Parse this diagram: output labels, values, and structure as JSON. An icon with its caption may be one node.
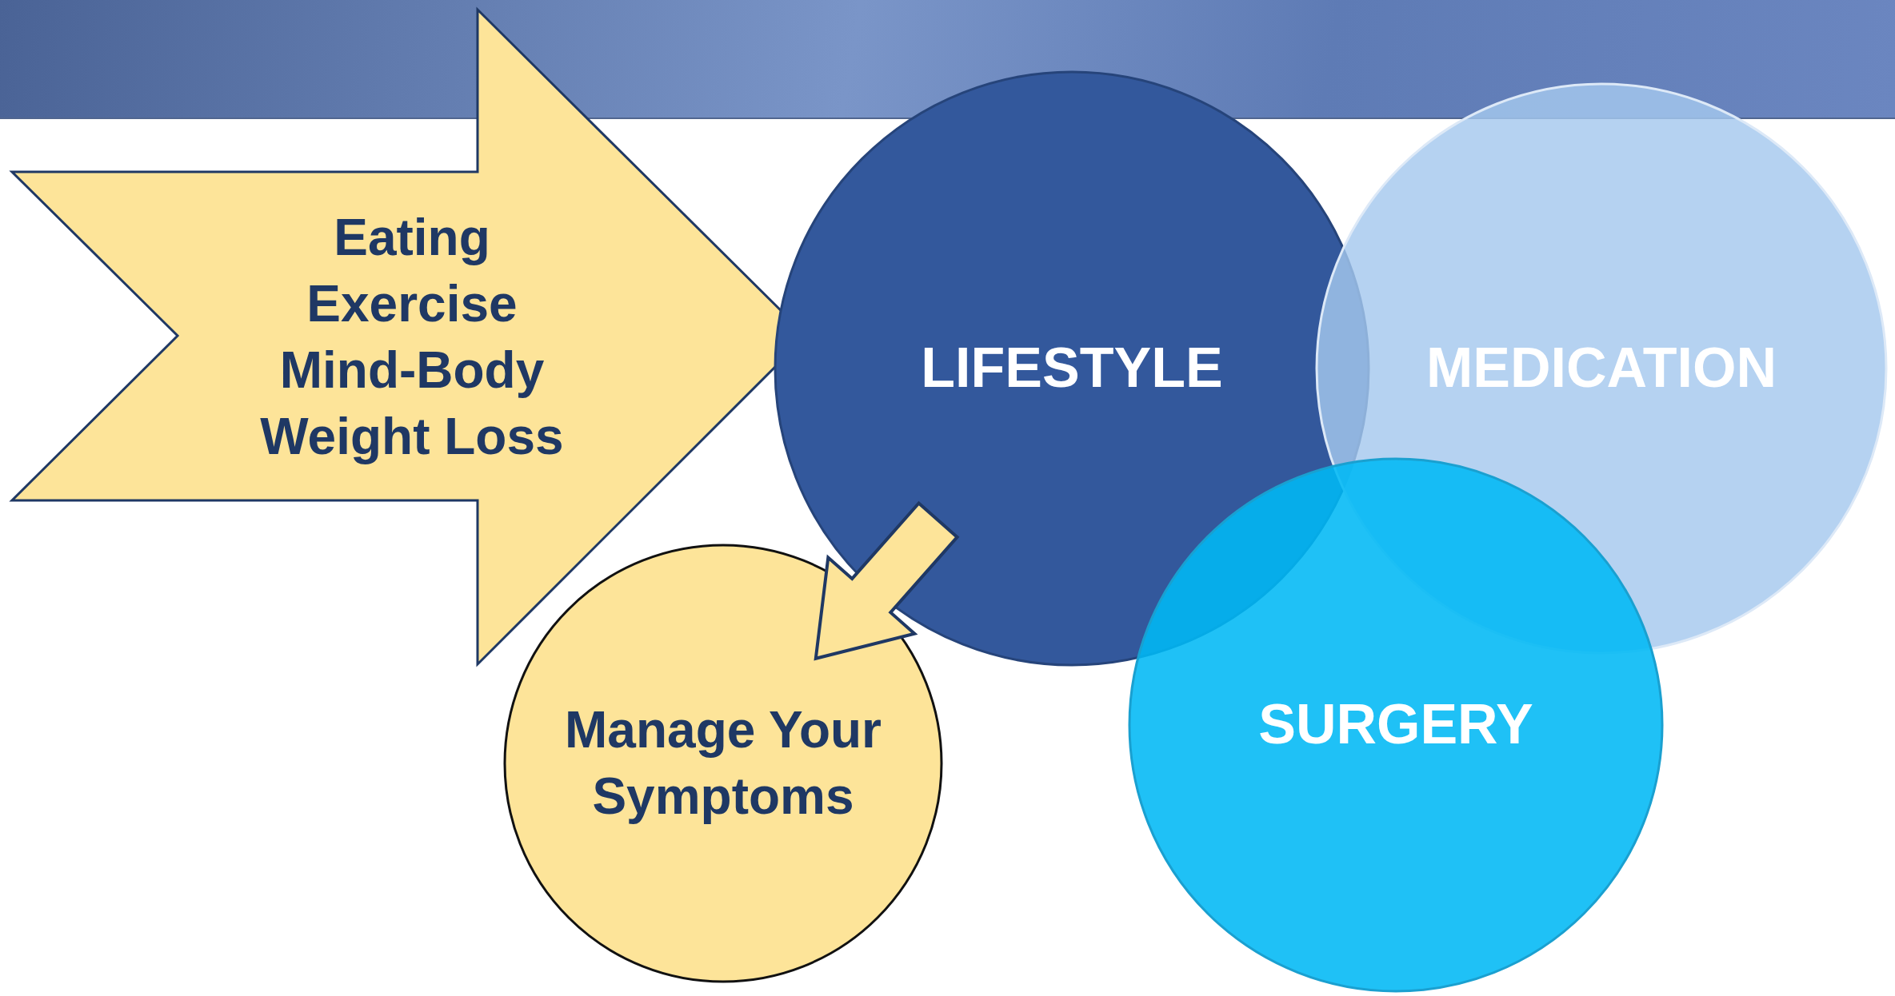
{
  "diagram": {
    "nodes": [
      {
        "text": [
          "Eating",
          "Exercise",
          "Mind-Body",
          "Weight Loss"
        ]
      },
      {
        "text": [
          "LIFESTYLE"
        ]
      },
      {
        "text": [
          "MEDICATION"
        ]
      },
      {
        "text": [
          "SURGERY"
        ]
      },
      {
        "text": [
          "Manage Your Symptoms"
        ]
      }
    ],
    "edges": [
      {
        "from": 1,
        "to": 4,
        "arrow": "to"
      }
    ]
  }
}
